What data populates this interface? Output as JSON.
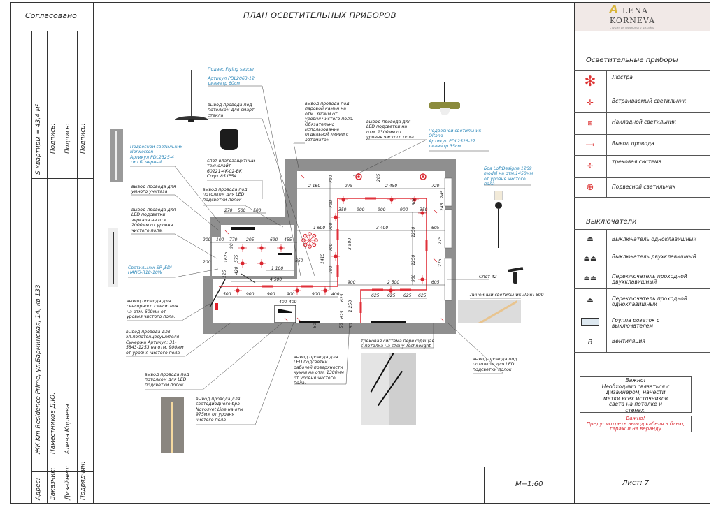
{
  "header": {
    "approved": "Согласовано",
    "title": "ПЛАН ОСВЕТИТЕЛЬНЫХ ПРИБОРОВ",
    "logo_line1": "LENA",
    "logo_line2": "KORNEVA",
    "logo_sub": "студия интерьерного дизайна",
    "logo_letter": "A"
  },
  "stamp": {
    "area": "S квартиры = 43,4 м²",
    "signature_labels": [
      "Подпись:",
      "Подпись:",
      "Подпись:"
    ],
    "address_label": "Адрес:",
    "address": "ЖК Km Residence Prime, ул.Барминская, 1А, кв 133",
    "client_label": "Заказчик:",
    "client": "Наместников Д.Ю.",
    "designer_label": "Дизайнер:",
    "designer": "Алена Корнева",
    "contractor_label": "Подрядчик:",
    "scale": "М=1:60",
    "sheet": "Лист:  7"
  },
  "legend": {
    "lights_title": "Осветительные приборы",
    "lights": [
      {
        "icon": "chandelier-icon",
        "label": "Люстра"
      },
      {
        "icon": "recessed-light-icon",
        "label": "Встраиваемый светильник"
      },
      {
        "icon": "surface-light-icon",
        "label": "Накладной светильник"
      },
      {
        "icon": "wire-output-icon",
        "label": "Вывод провода"
      },
      {
        "icon": "track-system-icon",
        "label": "трековая система"
      },
      {
        "icon": "pendant-light-icon",
        "label": "Подвесной светильник"
      }
    ],
    "switches_title": "Выключатели",
    "switches": [
      {
        "icon": "single-switch-icon",
        "label": "Выключатель одноклавишный"
      },
      {
        "icon": "double-switch-icon",
        "label": "Выключатель двухклавишный"
      },
      {
        "icon": "double-passthrough-switch-icon",
        "label": "Переключатель проходной\nдвухклавишный"
      },
      {
        "icon": "single-passthrough-switch-icon",
        "label": "Переключатель проходной\nодноклавишный"
      },
      {
        "icon": "socket-group-icon",
        "label": "Группа розеток с\nвыключателем"
      },
      {
        "icon": "ventilation-icon",
        "label": "Вентиляция",
        "symbol": "В"
      }
    ],
    "important_note": "Важно!\nНеобходимо связаться с\nдизайнером, нанести\nметки всех источников\nсвета на потолке и\nстенах.",
    "important_red": "Важно!\nПредусмотреть вывод кабеля в баню,\nгараж и на веранду"
  },
  "notes": [
    "Подвес Flying saucer",
    "Артикул PDL2063-12\nдиаметр 60см",
    "вывод провода под\nпотолком для смарт\nстекла",
    "спот влагозащитный\nтехнолайт\n60221-4K-02-BK\nСофт 85 IP54",
    "Подвесной светильник\nNorwerson\nАртикул PDL2325-4\nтип Б, черный",
    "вывод провода для\nумного унитаза",
    "вывод провода под\nпотолком для LED\nподсветки полок",
    "вывод провода для\nLED подсветки\nзеркала на отм.\n2000мм от уровня\nчистого пола.",
    "Светильник SP-JEDI-\nHANG-R18-10W",
    "вывод провода для\nсенсорного смесителя\nна отм. 600мм от\nуровня чистого пола.",
    "вывод провода для\nэл.полотенцесушителя\nСунержа Артикул: 31-\n5843-1253 на отм. 900мм\nот уровня чистого пола",
    "вывод провода под\nпотолком для LED\nподсветки полок",
    "вывод провода для\nсветодиодного бра -\nNovosvet Line на отм\n975мм от уровня\nчистого пола",
    "вывод провода для\nLED подсветки\nрабочей поверхности\nкухни на отм. 1300мм\nот уровня чистого\nпола.",
    "трековая система переходящая\nс потолка на стену Technolight",
    "вывод провода под\nпотолком для LED\nподсветки полок",
    "Линейный светильник Лайн 600",
    "Спот 42",
    "Бра LoftDesigne 1269\nmodel на отм.1450мм\nот уровня чистого\nпола",
    "Подвесной светильник\nOltano\nАртикул PDL2526-27\nдиаметр 35см",
    "вывод провода для\nLED подсветки на\nотм. 1300мм от\nуровня чистого пола.",
    "вывод провода под\nпаровой камин на\nотм. 300мм от\nуровня чистого пола.\nОбязательно\nиспользование\nотдельной линии с\nавтоматом"
  ],
  "plan": {
    "dimensions": [
      "2 160",
      "700",
      "275",
      "285",
      "2 450",
      "720",
      "350",
      "900",
      "900",
      "900",
      "300",
      "350",
      "1 600",
      "3 400",
      "605",
      "700",
      "700",
      "700",
      "700",
      "3 500",
      "1250",
      "1250",
      "550",
      "1415",
      "4 500",
      "1 100",
      "900",
      "2 500",
      "900",
      "605",
      "500",
      "900",
      "900",
      "900",
      "900",
      "400",
      "625",
      "625",
      "625",
      "625",
      "400",
      "400",
      "1 250",
      "625",
      "625",
      "50",
      "50",
      "50",
      "270",
      "500",
      "500",
      "200",
      "100",
      "770",
      "205",
      "690",
      "455",
      "200",
      "245",
      "245",
      "275",
      "275",
      "575",
      "420",
      "125",
      "1625",
      "90"
    ],
    "colors": {
      "wall": "#8f8f8f",
      "track": "#e0303a",
      "fixture": "#d9262f",
      "note_blue": "#2a86b8"
    }
  }
}
